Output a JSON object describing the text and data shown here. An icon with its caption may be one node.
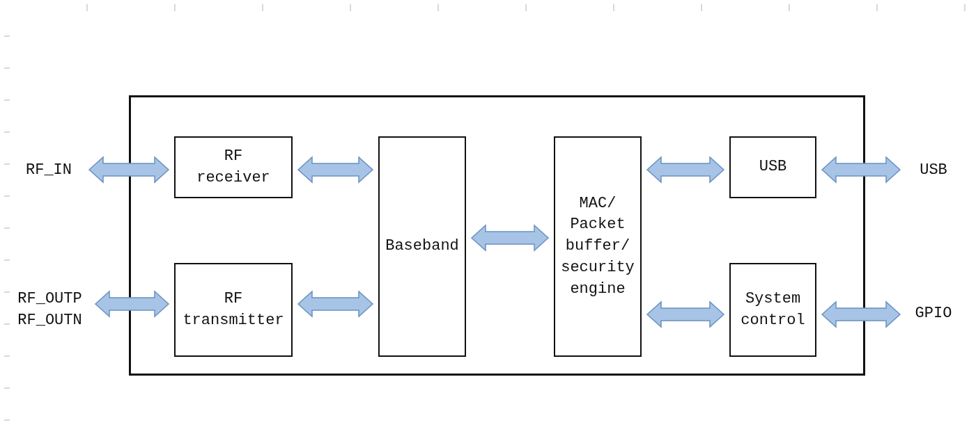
{
  "diagram": {
    "nodes": [
      {
        "text": [],
        "shape": "box"
      },
      {
        "text": [
          "RF_IN"
        ]
      },
      {
        "text": [
          "RF_OUTP",
          "RF_OUTN"
        ]
      },
      {
        "text": [
          "RF receiver"
        ],
        "in": 0
      },
      {
        "text": [
          "RF transmitter"
        ],
        "in": 0
      },
      {
        "text": [
          "Baseband"
        ],
        "in": 0
      },
      {
        "text": [
          "MAC/ Packet buffer/ security engine"
        ],
        "in": 0
      },
      {
        "text": [
          "USB"
        ],
        "in": 0
      },
      {
        "text": [
          "System control"
        ],
        "in": 0
      },
      {
        "text": [
          "USB"
        ]
      },
      {
        "text": [
          "GPIO"
        ]
      }
    ],
    "edges": [
      {
        "from": 1,
        "to": 3,
        "arrow": "both",
        "style": "thick"
      },
      {
        "from": 2,
        "to": 4,
        "arrow": "both",
        "style": "thick"
      },
      {
        "from": 3,
        "to": 5,
        "arrow": "both",
        "style": "thick"
      },
      {
        "from": 4,
        "to": 5,
        "arrow": "both",
        "style": "thick"
      },
      {
        "from": 5,
        "to": 6,
        "arrow": "both",
        "style": "thick"
      },
      {
        "from": 6,
        "to": 7,
        "arrow": "both",
        "style": "thick"
      },
      {
        "from": 6,
        "to": 8,
        "arrow": "both",
        "style": "thick"
      },
      {
        "from": 7,
        "to": 9,
        "arrow": "both",
        "style": "thick"
      },
      {
        "from": 8,
        "to": 10,
        "arrow": "both",
        "style": "thick"
      }
    ]
  }
}
